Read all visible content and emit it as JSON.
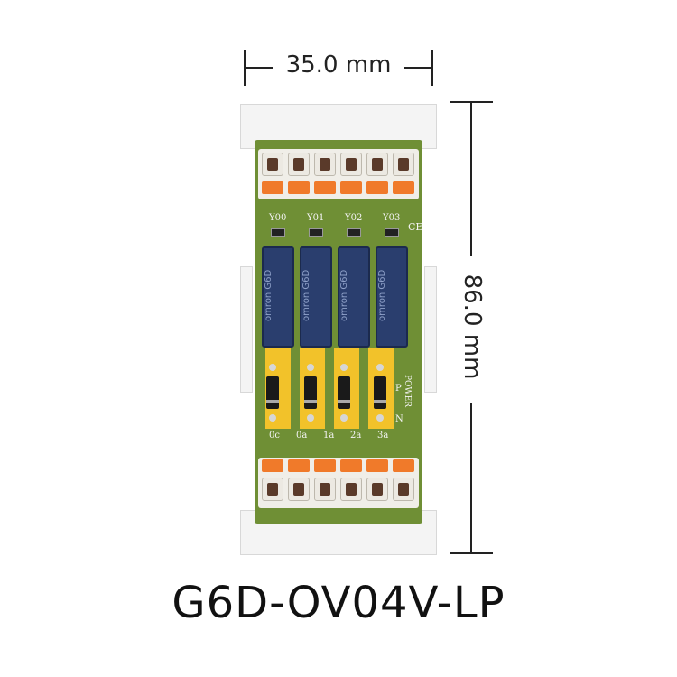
{
  "dimensions": {
    "width_label": "35.0 mm",
    "height_label": "86.0 mm"
  },
  "model_name": "G6D-OV04V-LP",
  "board": {
    "output_labels": [
      "Y00",
      "Y01",
      "Y02",
      "Y03"
    ],
    "terminal_labels": [
      "0c",
      "0a",
      "1a",
      "2a",
      "3a"
    ],
    "relay_brand": "omron G6D",
    "ce_mark": "CE",
    "marks": [
      "P",
      "N",
      "POWER"
    ]
  },
  "colors": {
    "pcb": "#6f8f35",
    "relay": "#2a3e6e",
    "terminal_lever": "#f07a2a",
    "trace": "#f2c22a"
  }
}
